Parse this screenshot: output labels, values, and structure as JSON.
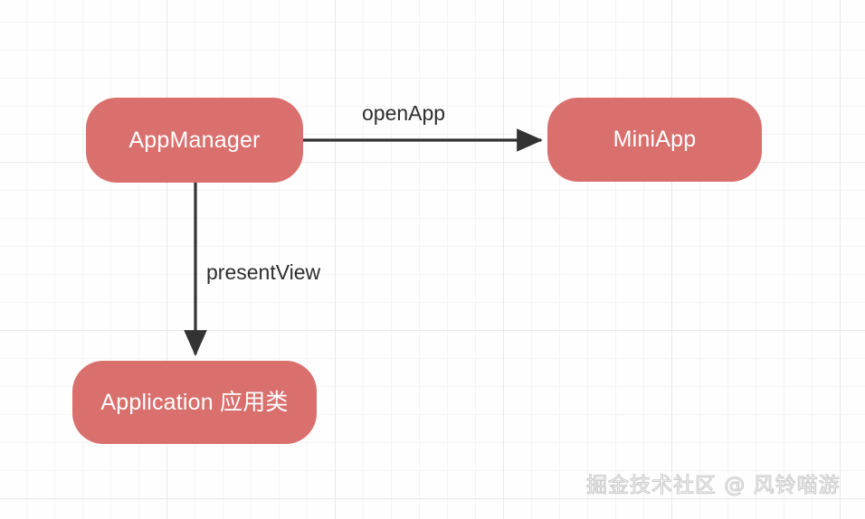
{
  "diagram": {
    "title": "AppManager flow diagram",
    "background": {
      "style": "graph-paper-grid",
      "grid_color": "#e9e9e9",
      "page_color": "#fefefe"
    },
    "node_color": "#d9706e",
    "node_text_color": "#ffffff",
    "edge_color": "#333333",
    "label_color": "#2e2e2e",
    "nodes": [
      {
        "id": "appmanager",
        "label": "AppManager"
      },
      {
        "id": "miniapp",
        "label": "MiniApp"
      },
      {
        "id": "application",
        "label": "Application 应用类"
      }
    ],
    "edges": [
      {
        "id": "openapp",
        "label": "openApp",
        "from": "appmanager",
        "to": "miniapp",
        "direction": "right"
      },
      {
        "id": "presentview",
        "label": "presentView",
        "from": "appmanager",
        "to": "application",
        "direction": "down"
      }
    ],
    "watermark": "掘金技术社区 @ 风铃喵游"
  }
}
